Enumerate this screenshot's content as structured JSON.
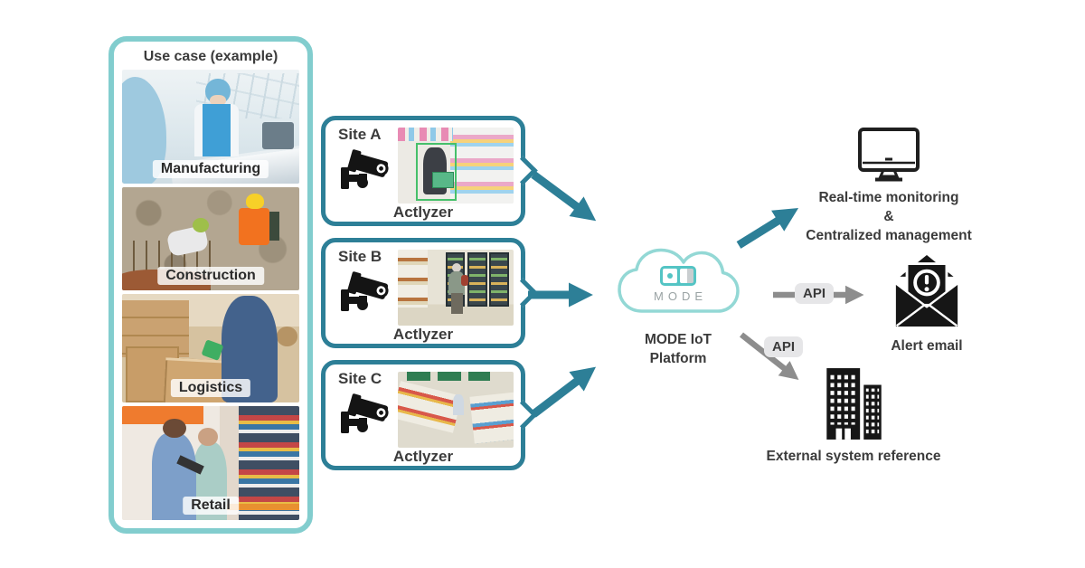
{
  "colors": {
    "accent_teal": "#2d7f97",
    "panel_teal": "#82cdce",
    "cloud_outline": "#93d8d5",
    "logo_teal": "#54c4c4",
    "arrow_gray": "#8d8d8d",
    "api_badge_bg": "#e6e6e8",
    "text": "#3b3b3b"
  },
  "use_case_panel": {
    "title": "Use case (example)",
    "items": [
      {
        "label": "Manufacturing"
      },
      {
        "label": "Construction"
      },
      {
        "label": "Logistics"
      },
      {
        "label": "Retail"
      }
    ]
  },
  "sites": [
    {
      "name": "Site A",
      "product": "Actlyzer"
    },
    {
      "name": "Site B",
      "product": "Actlyzer"
    },
    {
      "name": "Site C",
      "product": "Actlyzer"
    }
  ],
  "cloud": {
    "logo_text": "MODE",
    "caption_line1": "MODE IoT",
    "caption_line2": "Platform"
  },
  "api_label": "API",
  "outputs": {
    "monitoring": {
      "line1": "Real-time monitoring",
      "line2": "&",
      "line3": "Centralized management"
    },
    "alert_email": {
      "label": "Alert email"
    },
    "external_system": {
      "label": "External system reference"
    }
  },
  "icons": {
    "site": "cctv-camera",
    "cloud": "cloud",
    "monitoring": "desktop-monitor",
    "alert_email": "open-envelope-alert",
    "external_system": "office-buildings"
  }
}
